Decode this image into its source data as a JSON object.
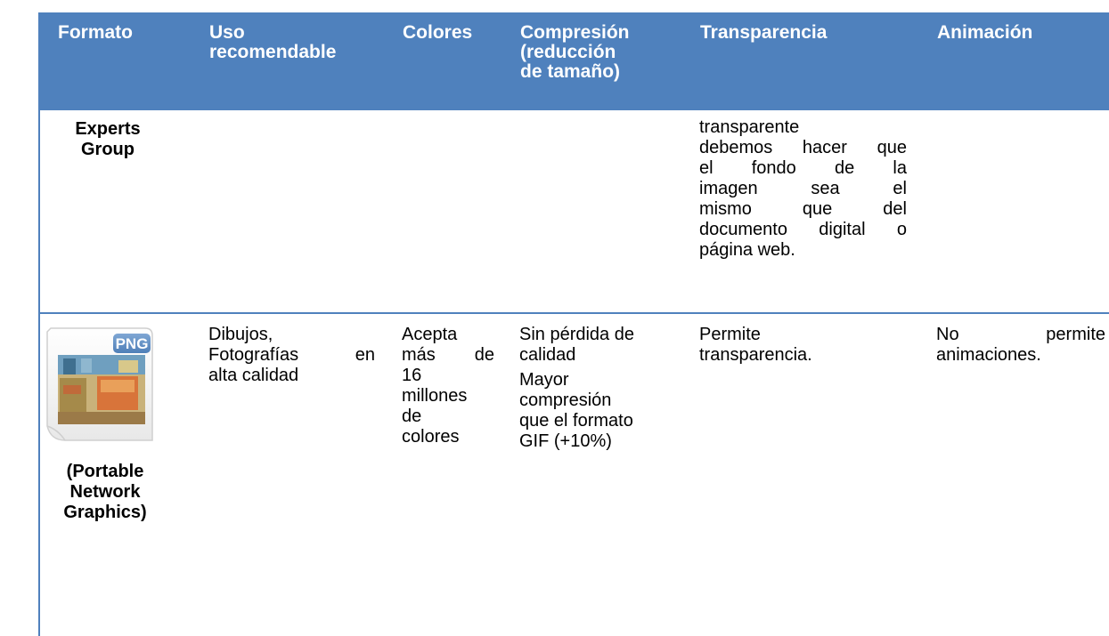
{
  "table": {
    "headers": {
      "formato": "Formato",
      "uso_1": "Uso",
      "uso_2": "recomendable",
      "colores": "Colores",
      "compresion_1": "Compresión",
      "compresion_2": "(reducción",
      "compresion_3": "de tamaño)",
      "transparencia": "Transparencia",
      "animacion": "Animación"
    },
    "row_jpeg": {
      "formato_1": "Experts",
      "formato_2": "Group",
      "transparencia": [
        "transparente",
        "debemos hacer que",
        "el fondo de la",
        "imagen sea el",
        "mismo que del",
        "documento digital o",
        "página web."
      ]
    },
    "row_png": {
      "icon_label": "PNG",
      "formato_1": "(Portable",
      "formato_2": "Network",
      "formato_3": "Graphics)",
      "uso": [
        "Dibujos,",
        "Fotografías en",
        "alta calidad"
      ],
      "colores": [
        "Acepta",
        "más de",
        "16",
        "millones",
        "de",
        "colores"
      ],
      "compresion_p1": [
        "Sin pérdida de",
        "calidad"
      ],
      "compresion_p2": [
        "Mayor",
        "compresión",
        "que el formato",
        "GIF (+10%)"
      ],
      "transparencia": [
        "Permite",
        "transparencia."
      ],
      "animacion": [
        "No permite",
        "animaciones."
      ]
    }
  },
  "colors": {
    "header_bg": "#4f81bd",
    "header_text": "#ffffff",
    "body_text": "#000000"
  }
}
